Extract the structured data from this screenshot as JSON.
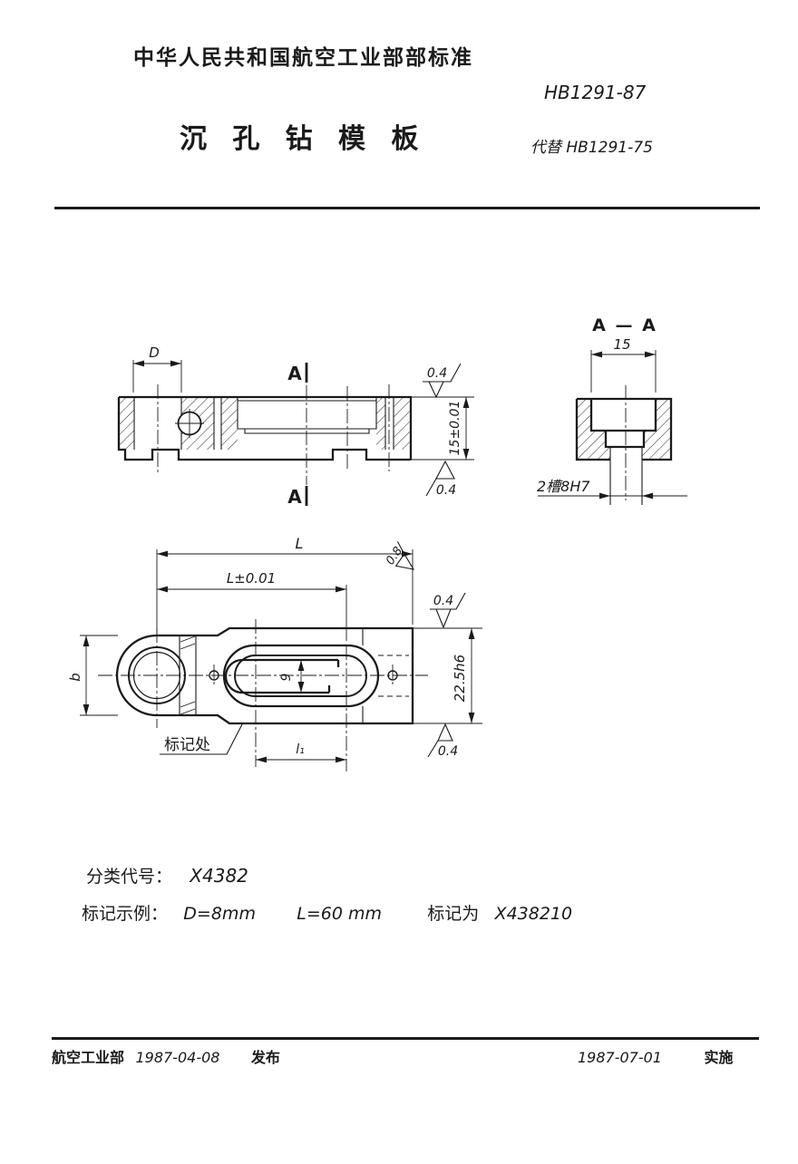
{
  "page": {
    "ink_color": "#1a1a1a",
    "paper_color": "#ffffff",
    "header_standard": "中华人民共和国航空工业部部标准",
    "doc_title": "沉 孔 钻 模 板",
    "standard_code": "HB1291-87",
    "supersedes": "代替 HB1291-75"
  },
  "front_view": {
    "dim_d": "D",
    "section_marker_top": "A",
    "section_marker_bottom": "A",
    "roughness_top": "0.4",
    "roughness_bottom": "0.4",
    "dim_thickness": "15±0.01"
  },
  "section_aa": {
    "title": "A — A",
    "dim_width": "15",
    "slot_note": "2槽8H7"
  },
  "plan_view": {
    "dim_length": "L",
    "dim_length_tol": "L±0.01",
    "roughness_end": "0.8",
    "roughness_top": "0.4",
    "roughness_bottom": "0.4",
    "dim_b": "b",
    "dim_slot_width": "9",
    "dim_plate_width": "22.5h6",
    "dim_l1": "l₁",
    "mark_label": "标记处"
  },
  "classification": {
    "code_label": "分类代号：",
    "code_value": "X4382",
    "example_label": "标记示例：",
    "example_d": "D=8mm",
    "example_l": "L=60 mm",
    "example_mark_label": "标记为",
    "example_mark_value": "X438210"
  },
  "footer": {
    "issuer": "航空工业部",
    "issue_date": "1987-04-08",
    "issue_action": "发布",
    "implement_date": "1987-07-01",
    "implement_action": "实施"
  }
}
